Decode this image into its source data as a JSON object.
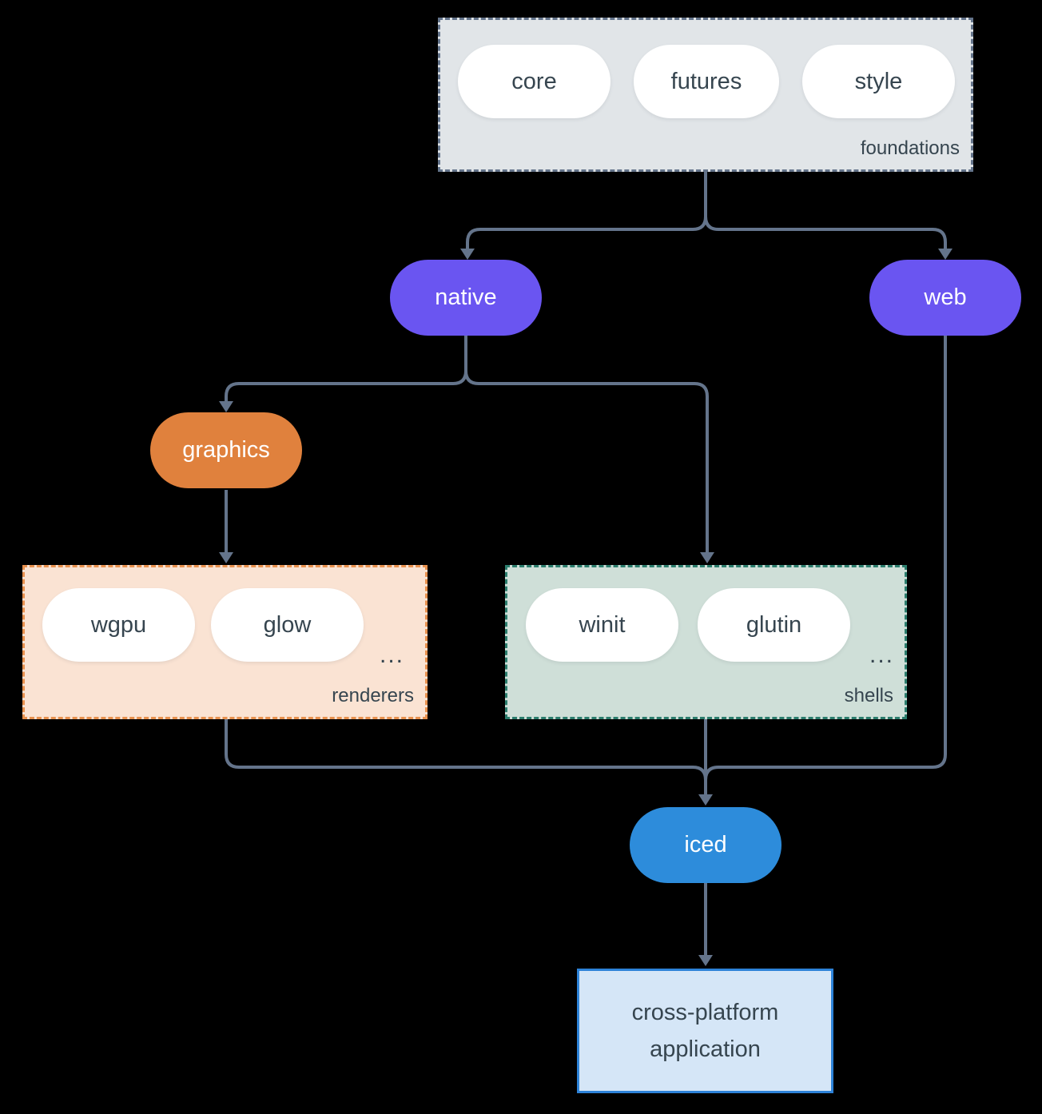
{
  "diagram": {
    "foundations": {
      "label": "foundations",
      "items": [
        "core",
        "futures",
        "style"
      ]
    },
    "native": {
      "label": "native"
    },
    "web": {
      "label": "web"
    },
    "graphics": {
      "label": "graphics"
    },
    "renderers": {
      "label": "renderers",
      "items": [
        "wgpu",
        "glow"
      ],
      "ellipsis": "..."
    },
    "shells": {
      "label": "shells",
      "items": [
        "winit",
        "glutin"
      ],
      "ellipsis": "..."
    },
    "iced": {
      "label": "iced"
    },
    "application": {
      "label": "cross-platform application"
    }
  },
  "colors": {
    "bg": "#000000",
    "connector": "#64748B",
    "text": "#36454F",
    "pill-bg": "#FFFFFF",
    "purple": "#6A55F1",
    "orange": "#E0813D",
    "blue": "#2D8CDB",
    "foundations-bg": "#E1E5E8",
    "foundations-border": "#64748B",
    "renderers-bg": "#FAE3D3",
    "renderers-border": "#E8914E",
    "shells-bg": "#CFDFD8",
    "shells-border": "#2B7D6D",
    "app-bg": "#D5E6F7",
    "app-border": "#2D82D8"
  }
}
